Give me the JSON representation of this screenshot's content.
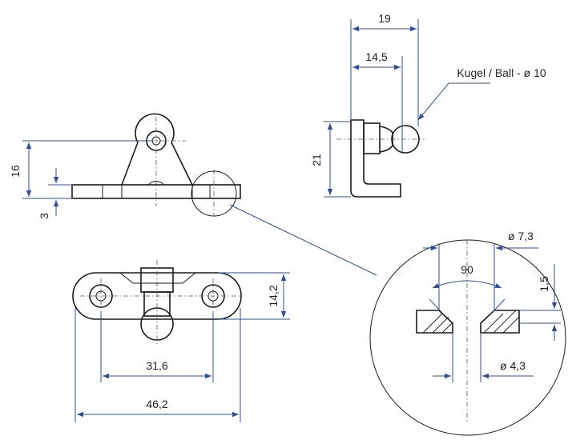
{
  "dimensions": {
    "ball_width": "19",
    "ball_offset": "14,5",
    "ball_label": "Kugel / Ball - ø 10",
    "side_height": "21",
    "front_height": "16",
    "plate_thickness": "3",
    "bolt_spacing": "31,6",
    "overall_length": "46,2",
    "base_width": "14,2",
    "countersink_angle": "90",
    "countersink_outer_diameter": "ø 7,3",
    "hole_diameter": "ø 4,3",
    "countersink_depth": "1,5"
  },
  "colors": {
    "part_lines": "#1a1a1a",
    "dimension_lines": "#2f4f9a",
    "background": "#ffffff"
  }
}
